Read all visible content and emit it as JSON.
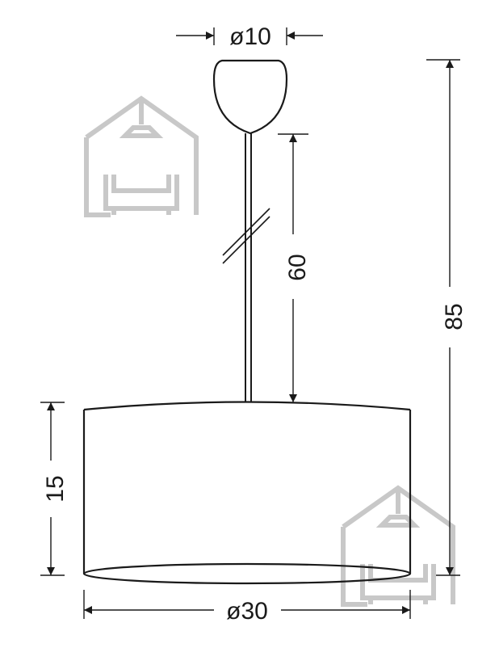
{
  "dimensions": {
    "canopy_diameter": "ø10",
    "cable_length": "60",
    "total_height": "85",
    "shade_height": "15",
    "shade_diameter": "ø30"
  },
  "colors": {
    "ink": "#1a1a1a",
    "watermark": "#c8c8c8",
    "background": "#ffffff"
  },
  "icons": {
    "watermark": "house-with-sofa-icon"
  }
}
